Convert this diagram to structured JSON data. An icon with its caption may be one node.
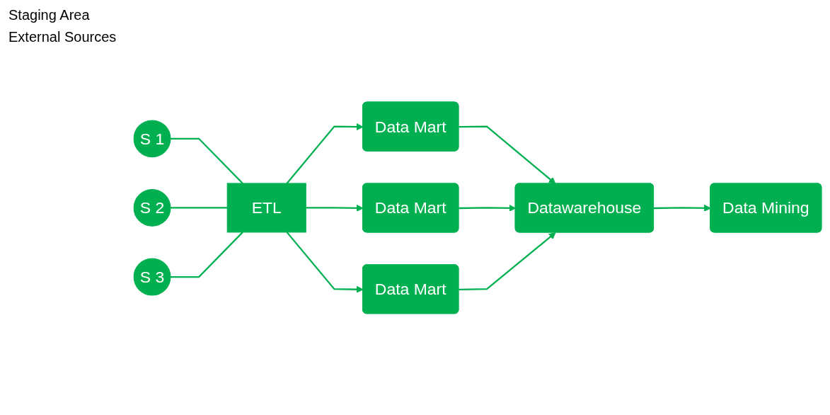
{
  "diagram": {
    "nodes": [
      {
        "text": [
          "S 1"
        ]
      },
      {
        "text": [
          "S 2"
        ]
      },
      {
        "text": [
          "S 3"
        ]
      },
      {
        "text": [
          "ETL"
        ]
      },
      {
        "text": [
          "Data Mart"
        ]
      },
      {
        "text": [
          "Data Mart"
        ]
      },
      {
        "text": [
          "Data Mart"
        ]
      },
      {
        "text": [
          "Datawarehouse"
        ]
      },
      {
        "text": [
          "Data Mining"
        ]
      }
    ],
    "edges": [
      {
        "from": 0,
        "to": 3,
        "arrow": "none"
      },
      {
        "from": 1,
        "to": 3,
        "arrow": "none"
      },
      {
        "from": 2,
        "to": 3,
        "arrow": "none"
      },
      {
        "from": 3,
        "to": 4,
        "arrow": "to"
      },
      {
        "from": 3,
        "to": 5,
        "arrow": "to"
      },
      {
        "from": 3,
        "to": 6,
        "arrow": "to"
      },
      {
        "from": 4,
        "to": 7,
        "arrow": "to"
      },
      {
        "from": 5,
        "to": 7,
        "arrow": "to"
      },
      {
        "from": 6,
        "to": 7,
        "arrow": "to"
      },
      {
        "from": 7,
        "to": 8,
        "arrow": "to"
      }
    ],
    "labels": [
      "Staging Area",
      "External Sources"
    ]
  }
}
